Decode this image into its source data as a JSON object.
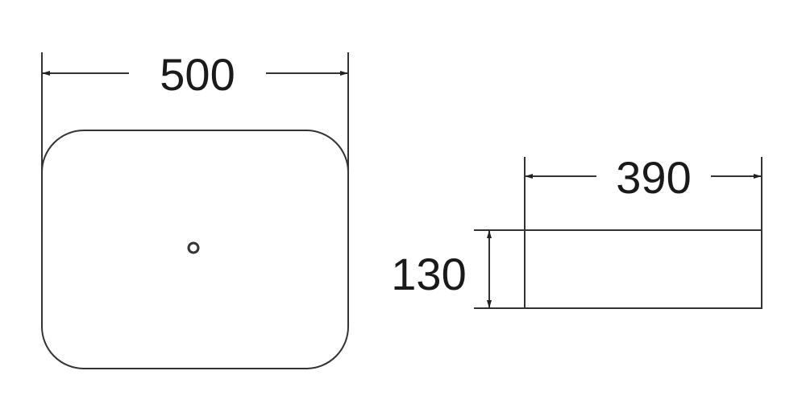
{
  "drawing": {
    "top_view": {
      "width_label": "500"
    },
    "side_view": {
      "depth_label": "390",
      "height_label": "130"
    }
  }
}
